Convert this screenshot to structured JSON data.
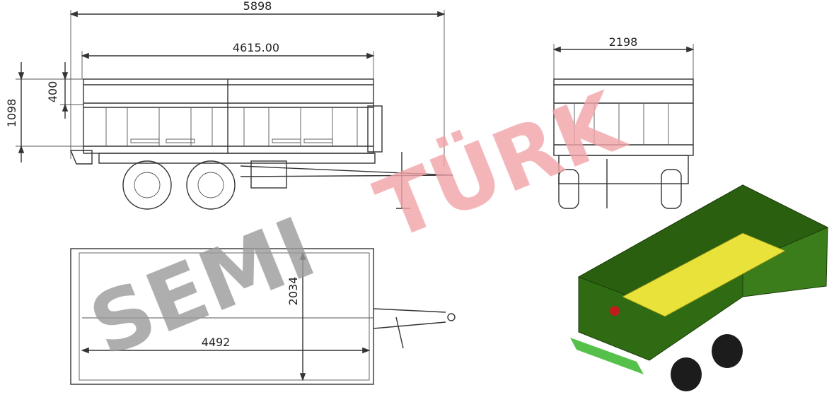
{
  "dimensions": {
    "overall_length": "5898",
    "body_length": "4615.00",
    "overall_height": "1098",
    "side_height": "400",
    "width": "2198",
    "inner_width": "2034",
    "inner_length": "4492"
  },
  "watermark": {
    "part1": "SEMI",
    "part2": "TÜRK",
    "color_gray": "#9a9a9a",
    "color_red": "#f2a3a8"
  },
  "colors": {
    "body_green": "#2f6b12",
    "floor_yellow": "#e8e23a",
    "light_green": "#56c14a"
  }
}
